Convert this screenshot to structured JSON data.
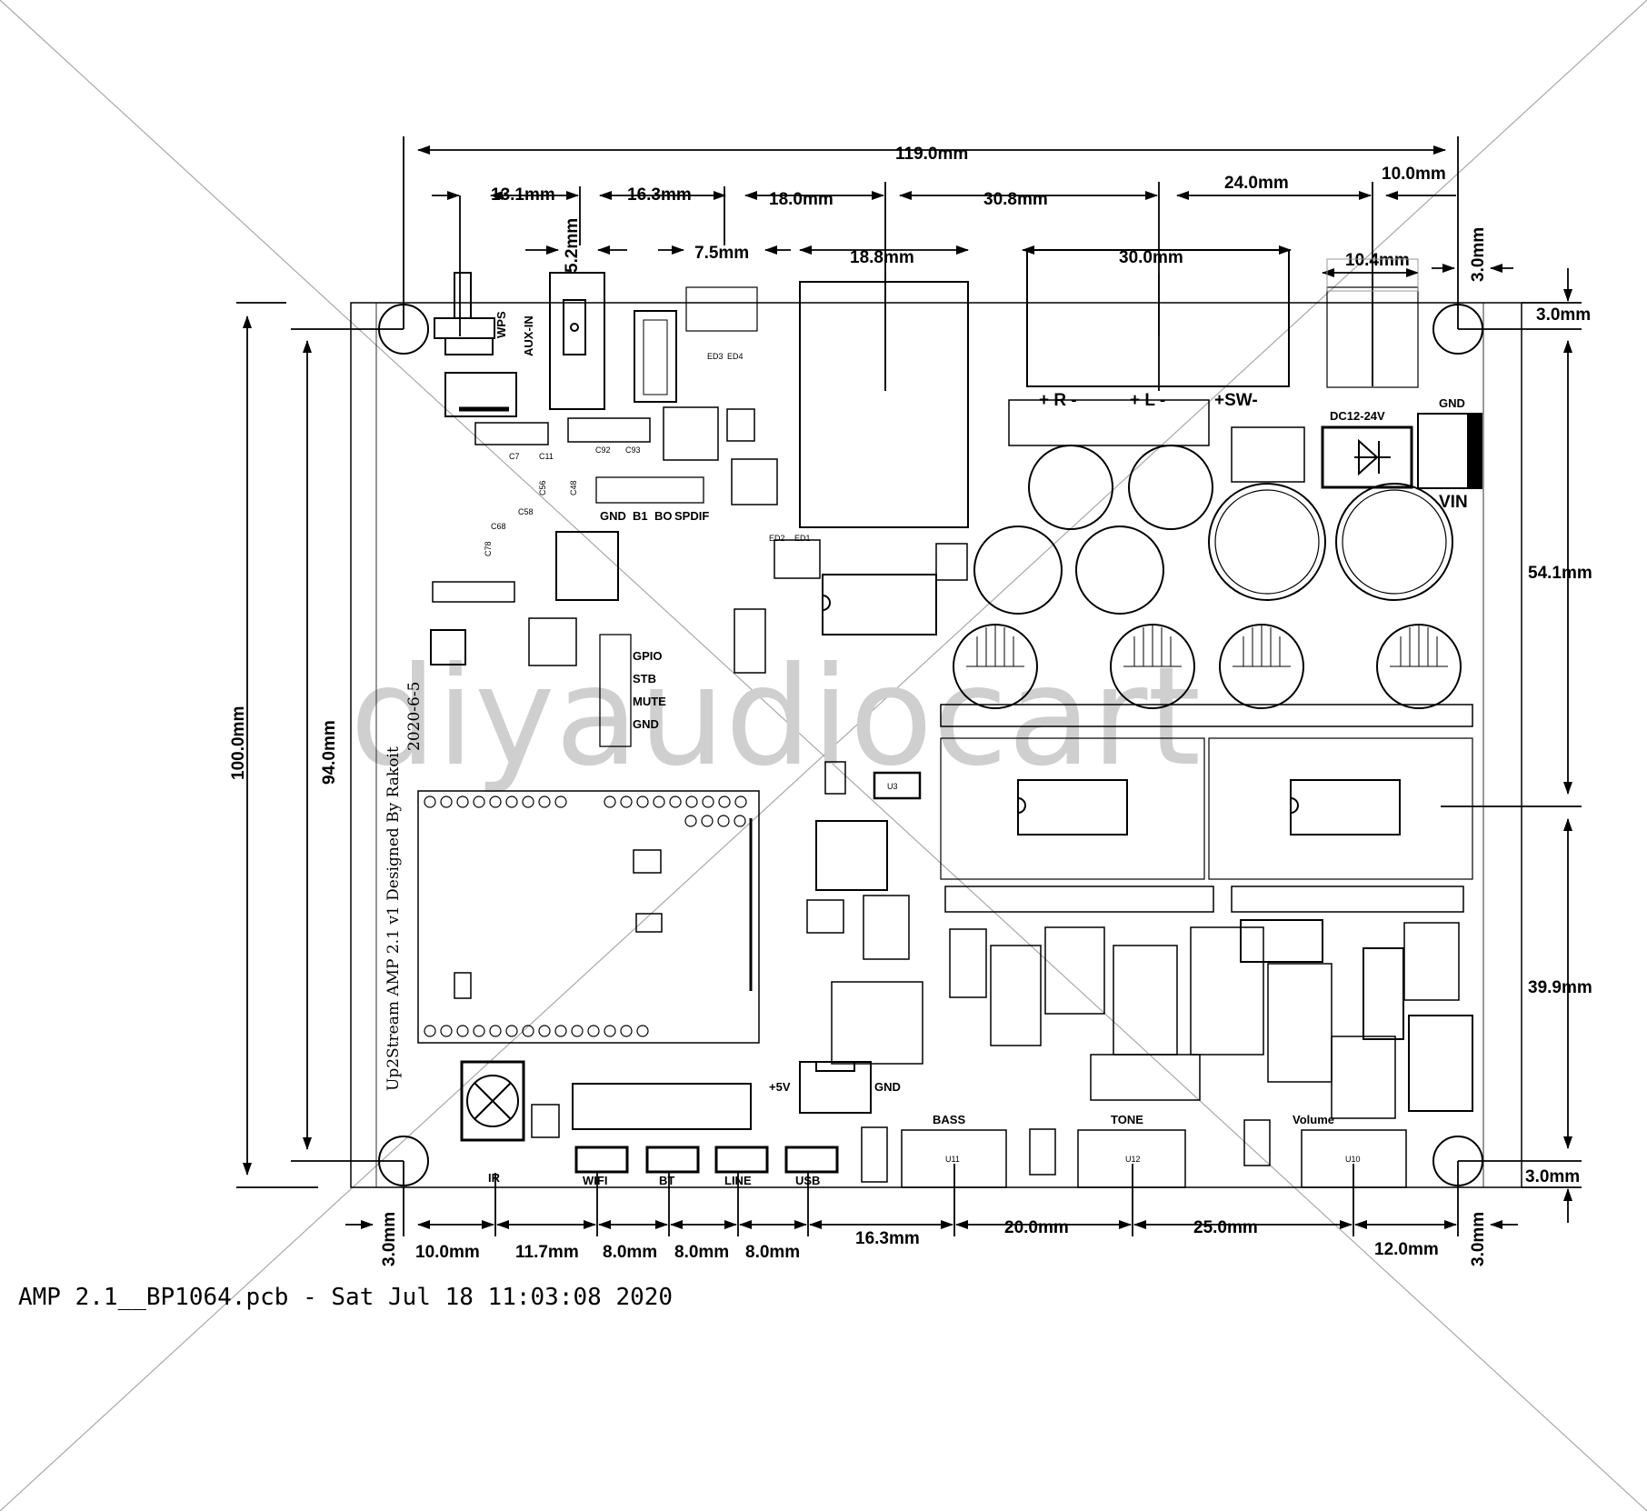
{
  "watermark": "diyaudiocart",
  "footer": "AMP 2.1__BP1064.pcb - Sat Jul 18 11:03:08 2020",
  "board_text": {
    "line1": "Up2Stream AMP 2.1  v1  Designed By Rakoit",
    "line2": "2020-6-5"
  },
  "dimensions": {
    "overall_width": "119.0mm",
    "overall_height": "100.0mm",
    "hole_spacing_v": "94.0mm",
    "top_13_1": "13.1mm",
    "top_16_3": "16.3mm",
    "top_18_0": "18.0mm",
    "top_30_8": "30.8mm",
    "top_24_0": "24.0mm",
    "top_10_0": "10.0mm",
    "top_5_2": "5.2mm",
    "top_7_5": "7.5mm",
    "top_18_8": "18.8mm",
    "top_30_0": "30.0mm",
    "top_10_4": "10.4mm",
    "top_3_0": "3.0mm",
    "right_3_0_top": "3.0mm",
    "right_54_1": "54.1mm",
    "right_39_9": "39.9mm",
    "right_3_0_bottom": "3.0mm",
    "bot_3_0_left": "3.0mm",
    "bot_10_0": "10.0mm",
    "bot_11_7": "11.7mm",
    "bot_8_0_a": "8.0mm",
    "bot_8_0_b": "8.0mm",
    "bot_8_0_c": "8.0mm",
    "bot_16_3": "16.3mm",
    "bot_20_0": "20.0mm",
    "bot_25_0": "25.0mm",
    "bot_12_0": "12.0mm",
    "bot_3_0_right": "3.0mm"
  },
  "labels": {
    "wps": "WPS",
    "aux_in": "AUX-IN",
    "gnd_hdr": "GND",
    "b1": "B1",
    "b0": "BO",
    "spdif": "SPDIF",
    "gpio": "GPIO",
    "stb": "STB",
    "mute": "MUTE",
    "gnd_gpio": "GND",
    "out_r": "+ R -",
    "out_l": "+ L -",
    "out_sw": "+SW-",
    "dc": "DC12-24V",
    "gnd_vin": "GND",
    "vin": "VIN",
    "u3": "U3",
    "p5v": "+5V",
    "gnd_5v": "GND",
    "bass": "BASS",
    "tone": "TONE",
    "volume": "Volume",
    "u11": "U11",
    "u12": "U12",
    "u10": "U10",
    "ir": "IR",
    "wifi": "WIFI",
    "bt": "BT",
    "line": "LINE",
    "usb": "USB",
    "ed3": "ED3",
    "ed4": "ED4",
    "ed2": "ED2",
    "ed1": "ED1",
    "c7": "C7",
    "c11": "C11",
    "c92": "C92",
    "c93": "C93",
    "c56": "C56",
    "c48": "C48",
    "c58": "C58",
    "c68": "C68",
    "c78": "C78"
  }
}
